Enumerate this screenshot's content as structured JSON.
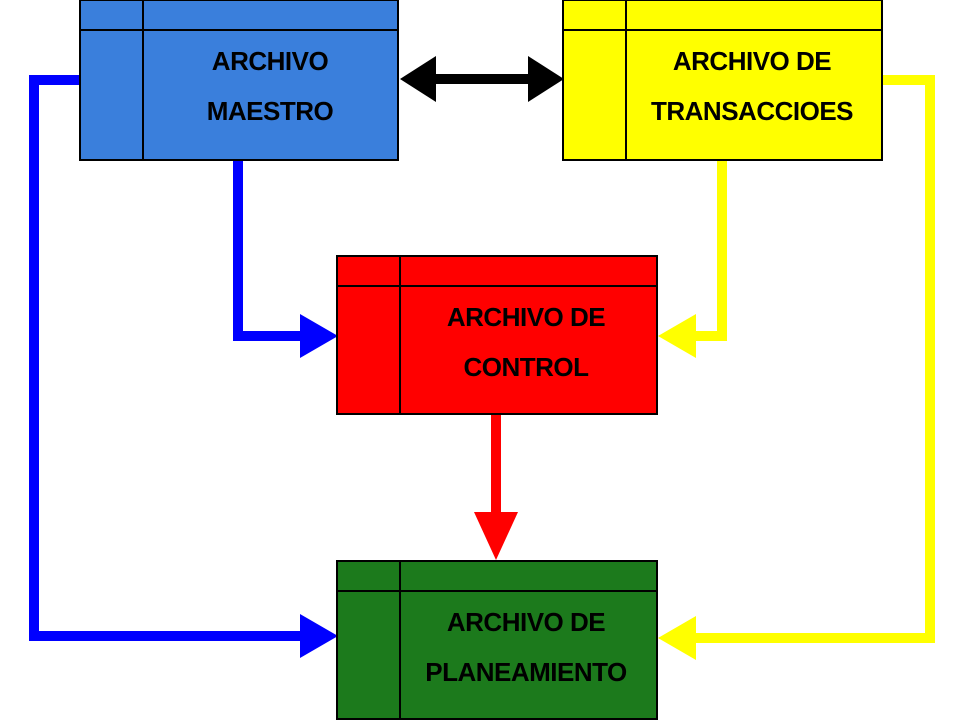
{
  "colors": {
    "maestro": "#3a7fdc",
    "transacciones": "#ffff00",
    "control": "#ff0000",
    "planeamiento": "#1c7a1c",
    "blue_line": "#0000ff",
    "yellow_line": "#ffff00",
    "red_line": "#ff0000",
    "black_arrow": "#000000"
  },
  "boxes": {
    "maestro": {
      "line1": "ARCHIVO",
      "line2": "MAESTRO",
      "text_color": "#000000"
    },
    "transacciones": {
      "line1": "ARCHIVO DE",
      "line2": "TRANSACCIOES",
      "text_color": "#000000"
    },
    "control": {
      "line1": "ARCHIVO DE",
      "line2": "CONTROL",
      "text_color": "#000000"
    },
    "planeamiento": {
      "line1": "ARCHIVO DE",
      "line2": "PLANEAMIENTO",
      "text_color": "#000000"
    }
  }
}
